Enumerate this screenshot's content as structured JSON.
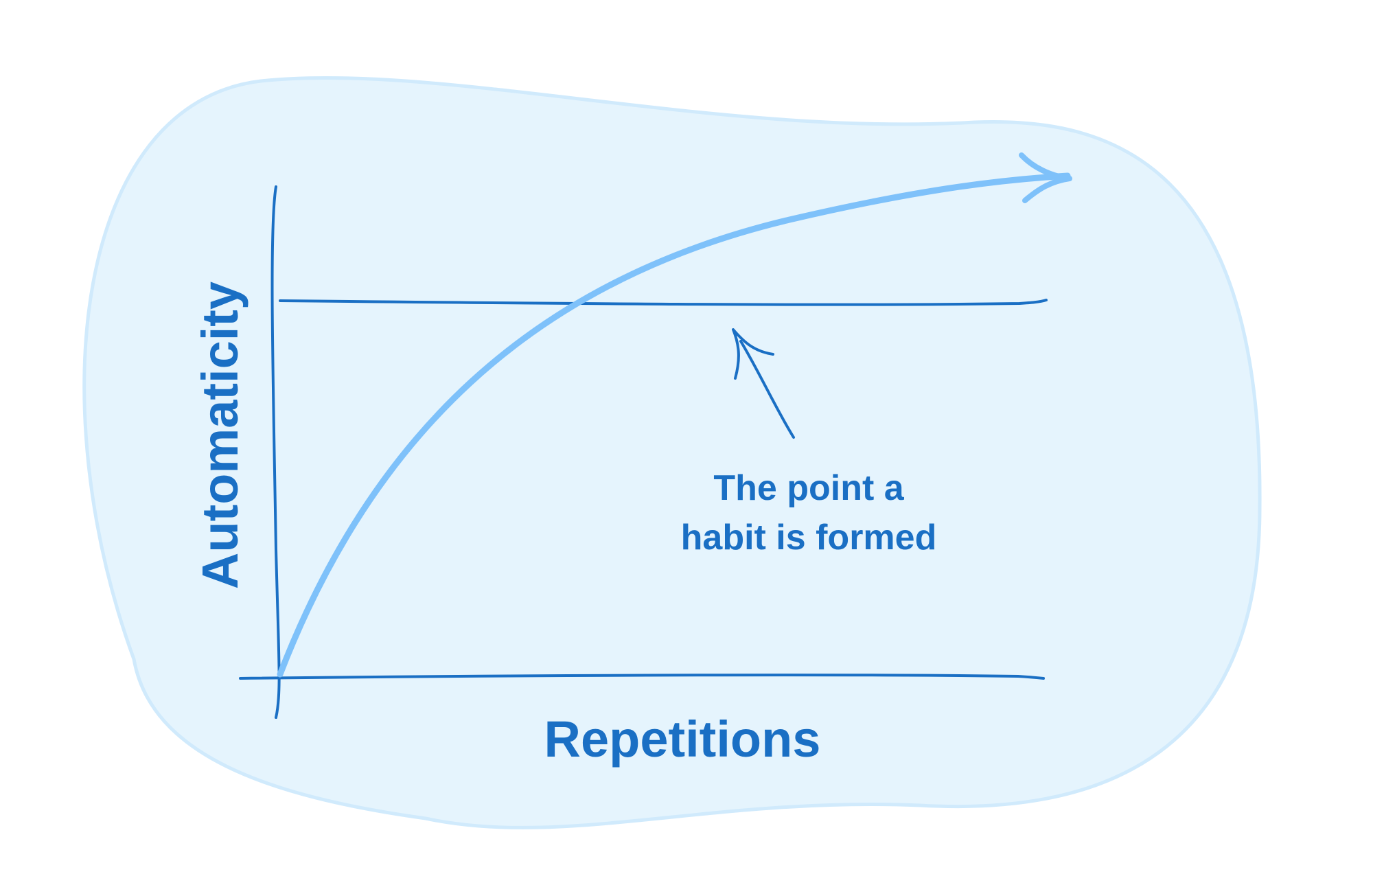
{
  "diagram": {
    "y_axis_label": "Automaticity",
    "x_axis_label": "Repetitions",
    "annotation": {
      "line1": "The point a",
      "line2": "habit is formed"
    }
  },
  "colors": {
    "blob_fill": "#e5f4fd",
    "blob_stroke": "#d0eafc",
    "axis": "#1a6fc4",
    "curve": "#7ec1fa",
    "text": "#1a6fc4"
  }
}
